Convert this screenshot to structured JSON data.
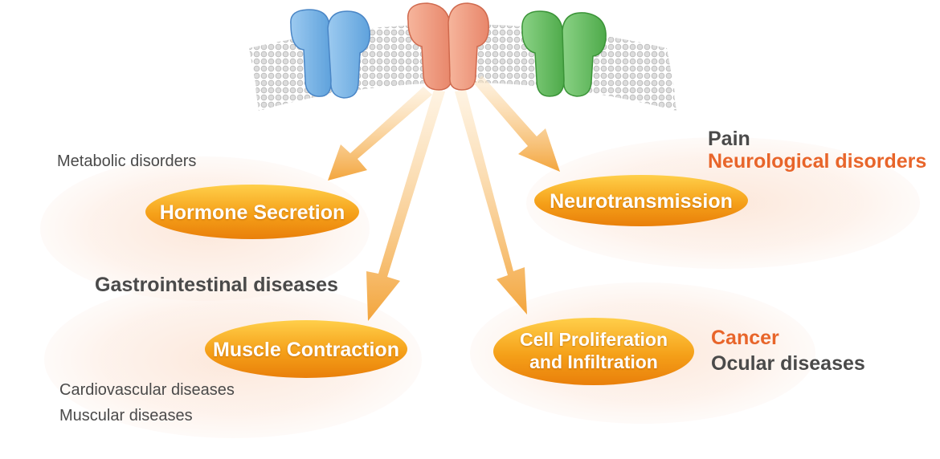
{
  "processes": {
    "hormone": "Hormone Secretion",
    "muscle": "Muscle Contraction",
    "neuro": "Neurotransmission",
    "cell_line1": "Cell Proliferation",
    "cell_line2": "and Infiltration"
  },
  "diseases": {
    "metabolic": "Metabolic disorders",
    "gastro": "Gastrointestinal diseases",
    "cardio": "Cardiovascular diseases",
    "muscular": "Muscular diseases",
    "pain": "Pain",
    "neurological": "Neurological disorders",
    "cancer": "Cancer",
    "ocular": "Ocular diseases"
  },
  "colors": {
    "receptor_blue": "#7fb8e8",
    "receptor_salmon": "#ef9b7d",
    "receptor_green": "#6cc067",
    "pill_orange": "#f39a18",
    "highlight_text": "#e8652a",
    "text_gray": "#4a4a4a",
    "arrow": "#f3b35a",
    "halo": "#fbe6d8"
  }
}
